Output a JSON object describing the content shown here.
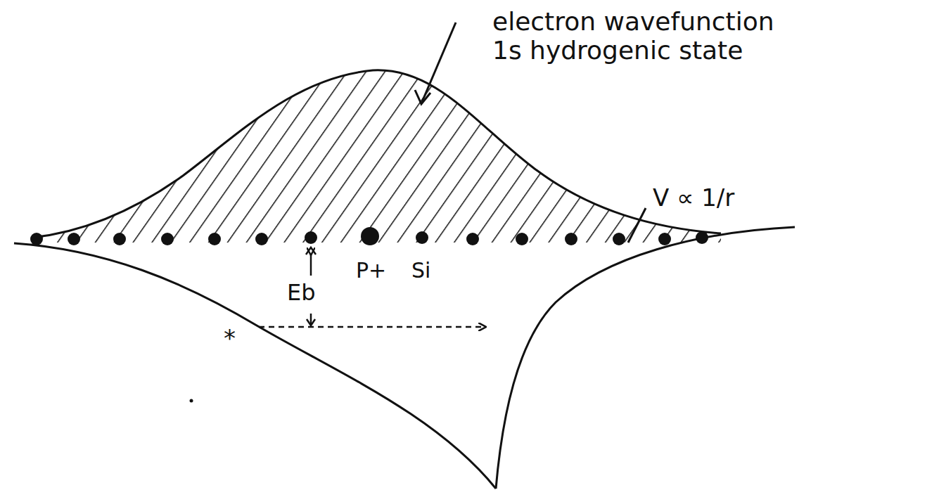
{
  "diagram": {
    "labels": [
      "electron wavefunction 1s hydrogenic state",
      "P+",
      "Si",
      "Eb",
      "V ∝ 1/r",
      "*"
    ]
  }
}
